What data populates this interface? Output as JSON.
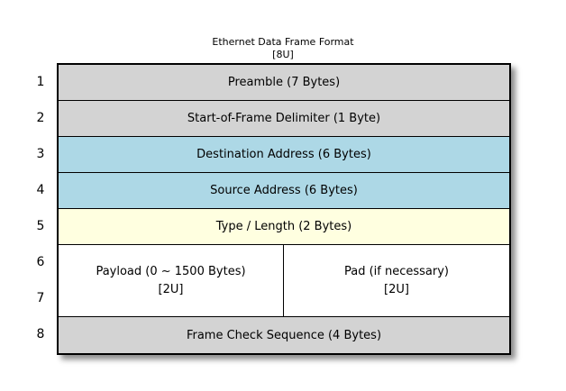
{
  "title": {
    "line1": "Ethernet Data Frame Format",
    "line2": "[8U]"
  },
  "colors": {
    "gray": "#d3d3d3",
    "blue": "#add8e6",
    "yellow": "#ffffe0",
    "white": "#ffffff",
    "border": "#000000",
    "background": "#ffffff"
  },
  "row_numbers": [
    "1",
    "2",
    "3",
    "4",
    "5",
    "6",
    "7",
    "8"
  ],
  "rows": [
    {
      "label": "Preamble (7 Bytes)",
      "color": "gray"
    },
    {
      "label": "Start-of-Frame Delimiter (1 Byte)",
      "color": "gray"
    },
    {
      "label": "Destination Address (6 Bytes)",
      "color": "blue"
    },
    {
      "label": "Source Address (6 Bytes)",
      "color": "blue"
    },
    {
      "label": "Type / Length (2 Bytes)",
      "color": "yellow"
    },
    {
      "color": "white",
      "split_cells": [
        {
          "line1": "Payload (0 ~ 1500 Bytes)",
          "line2": "[2U]"
        },
        {
          "line1": "Pad (if necessary)",
          "line2": "[2U]"
        }
      ]
    },
    {
      "label": "Frame Check Sequence (4 Bytes)",
      "color": "gray"
    }
  ]
}
